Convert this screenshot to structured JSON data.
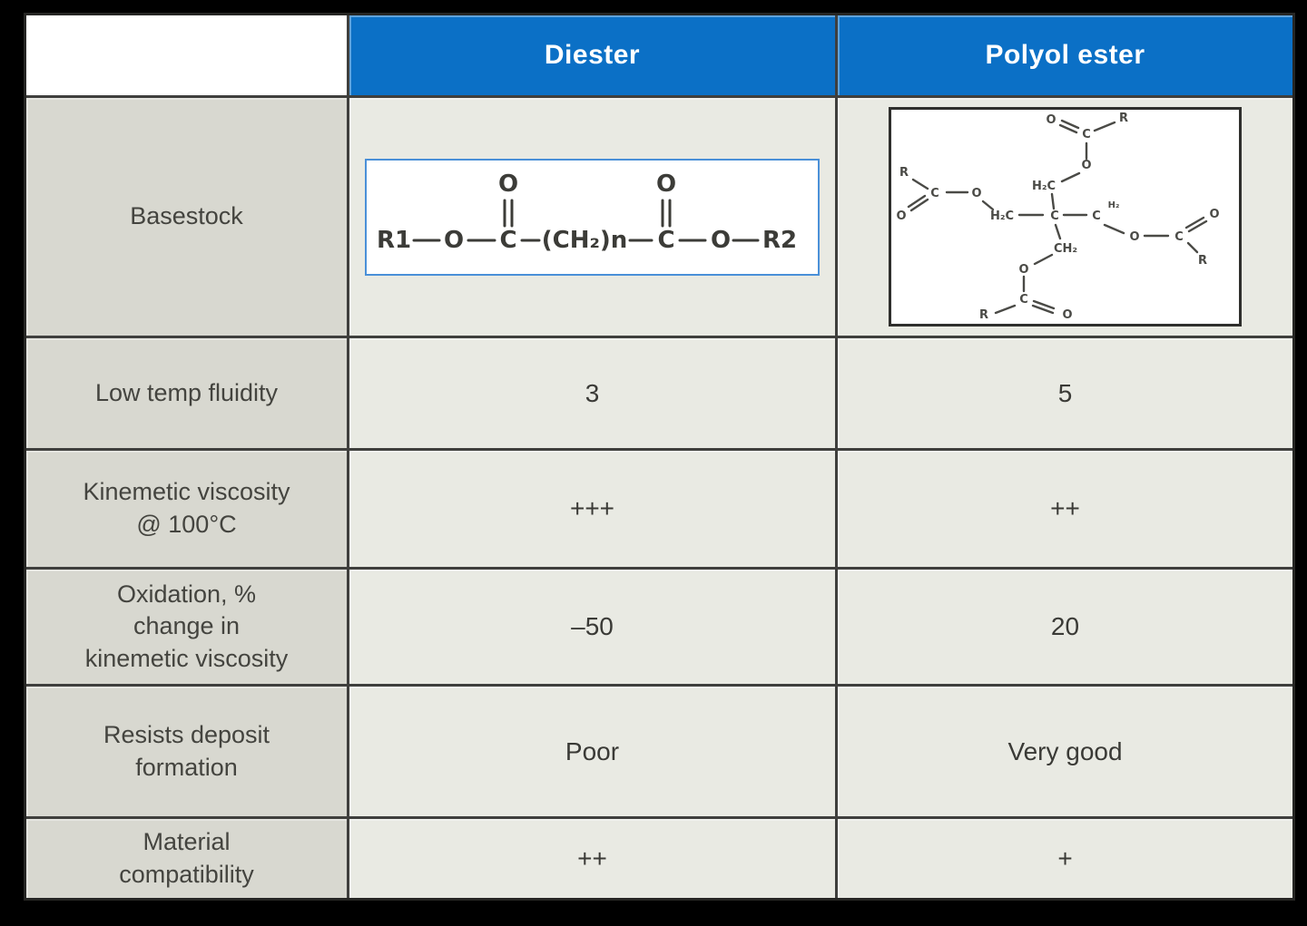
{
  "colors": {
    "page_background": "#000000",
    "header_blue": "#0b70c6",
    "header_text": "#ffffff",
    "label_cell": "#d8d8d0",
    "value_cell": "#e9eae3",
    "grid_line": "#3f3f3d",
    "diester_box_border": "#4a90d8"
  },
  "table": {
    "header": {
      "corner": "",
      "diester": "Diester",
      "polyol": "Polyol ester"
    },
    "rows": [
      {
        "label": "Basestock"
      },
      {
        "label": "Low temp fluidity",
        "diester": "3",
        "polyol": "5"
      },
      {
        "label": "Kinemetic viscosity\n@ 100°C",
        "diester": "+++",
        "polyol": "++"
      },
      {
        "label": "Oxidation, %\nchange in\nkinemetic viscosity",
        "diester": "–50",
        "polyol": "20"
      },
      {
        "label": "Resists deposit\nformation",
        "diester": "Poor",
        "polyol": "Very good"
      },
      {
        "label": "Material\ncompatibility",
        "diester": "++",
        "polyol": "+"
      }
    ],
    "structures": {
      "diester": {
        "r1": "R1",
        "o_ester_left": "O",
        "c_carbonyl_left": "C",
        "o_carbonyl_left": "O",
        "chain": "(CH₂)n",
        "c_carbonyl_right": "C",
        "o_carbonyl_right": "O",
        "o_ester_right": "O",
        "r2": "R2"
      },
      "polyol": {
        "central_c": "C",
        "top_ch2": "H₂C",
        "top_o": "O",
        "top_c": "C",
        "top_carbonyl_o": "O",
        "top_r": "R",
        "left_ch2": "H₂C",
        "left_o": "O",
        "left_c": "C",
        "left_carbonyl_o": "O",
        "left_r": "R",
        "right_h2": "H₂",
        "right_c": "C",
        "right_o": "O",
        "right_c2": "C",
        "right_carbonyl_o": "O",
        "right_r": "R",
        "bottom_ch2": "CH₂",
        "bottom_o": "O",
        "bottom_c": "C",
        "bottom_carbonyl_o": "O",
        "bottom_r": "R"
      }
    }
  }
}
